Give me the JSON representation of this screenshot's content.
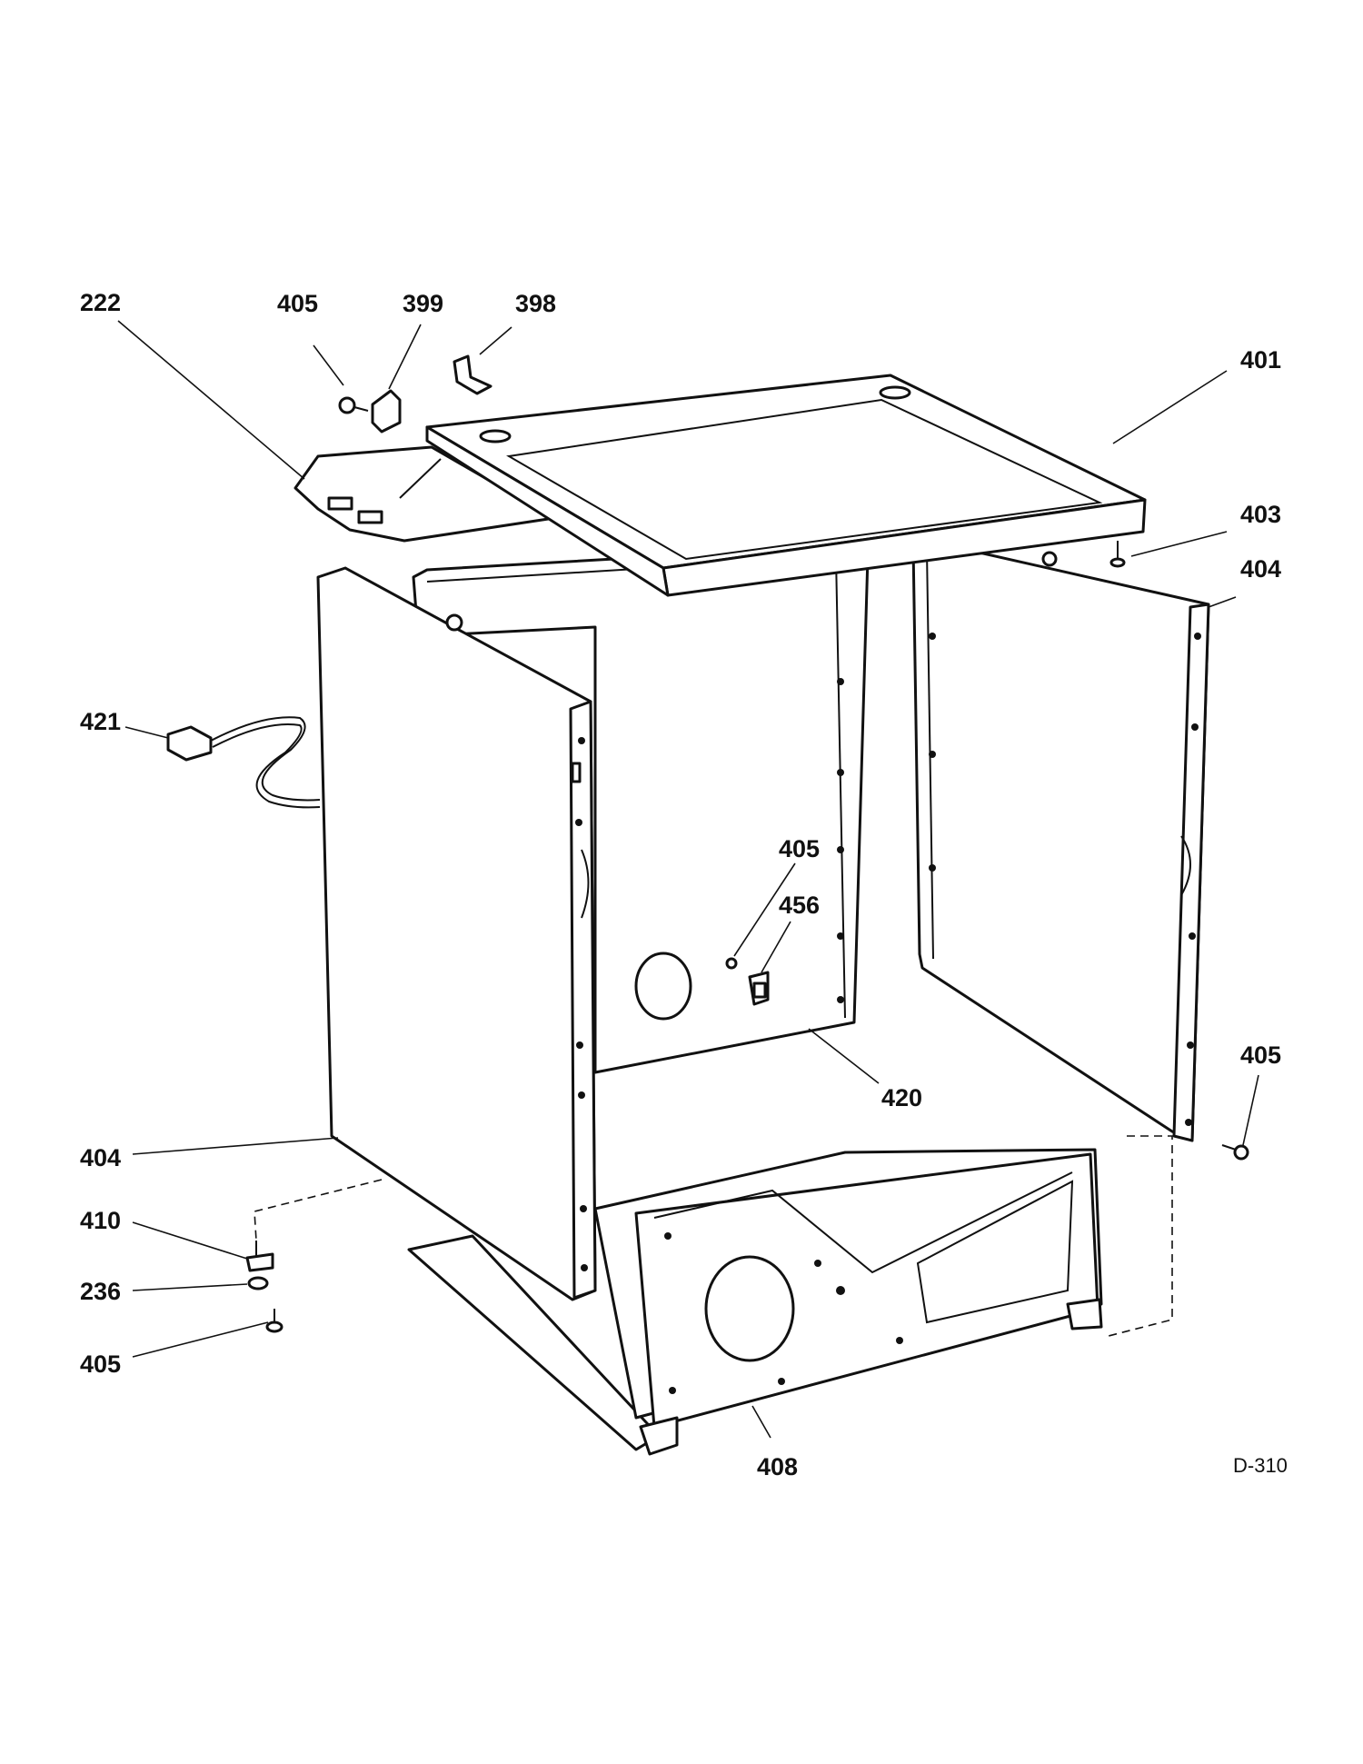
{
  "diagram": {
    "drawing_code": "D-310",
    "callouts": [
      {
        "id": "c-222",
        "label": "222"
      },
      {
        "id": "c-405-top",
        "label": "405"
      },
      {
        "id": "c-399",
        "label": "399"
      },
      {
        "id": "c-398",
        "label": "398"
      },
      {
        "id": "c-401",
        "label": "401"
      },
      {
        "id": "c-403",
        "label": "403"
      },
      {
        "id": "c-404-right",
        "label": "404"
      },
      {
        "id": "c-421",
        "label": "421"
      },
      {
        "id": "c-405-mid",
        "label": "405"
      },
      {
        "id": "c-456",
        "label": "456"
      },
      {
        "id": "c-420",
        "label": "420"
      },
      {
        "id": "c-405-right",
        "label": "405"
      },
      {
        "id": "c-404-left",
        "label": "404"
      },
      {
        "id": "c-410",
        "label": "410"
      },
      {
        "id": "c-236",
        "label": "236"
      },
      {
        "id": "c-405-bottom",
        "label": "405"
      },
      {
        "id": "c-408",
        "label": "408"
      }
    ]
  }
}
